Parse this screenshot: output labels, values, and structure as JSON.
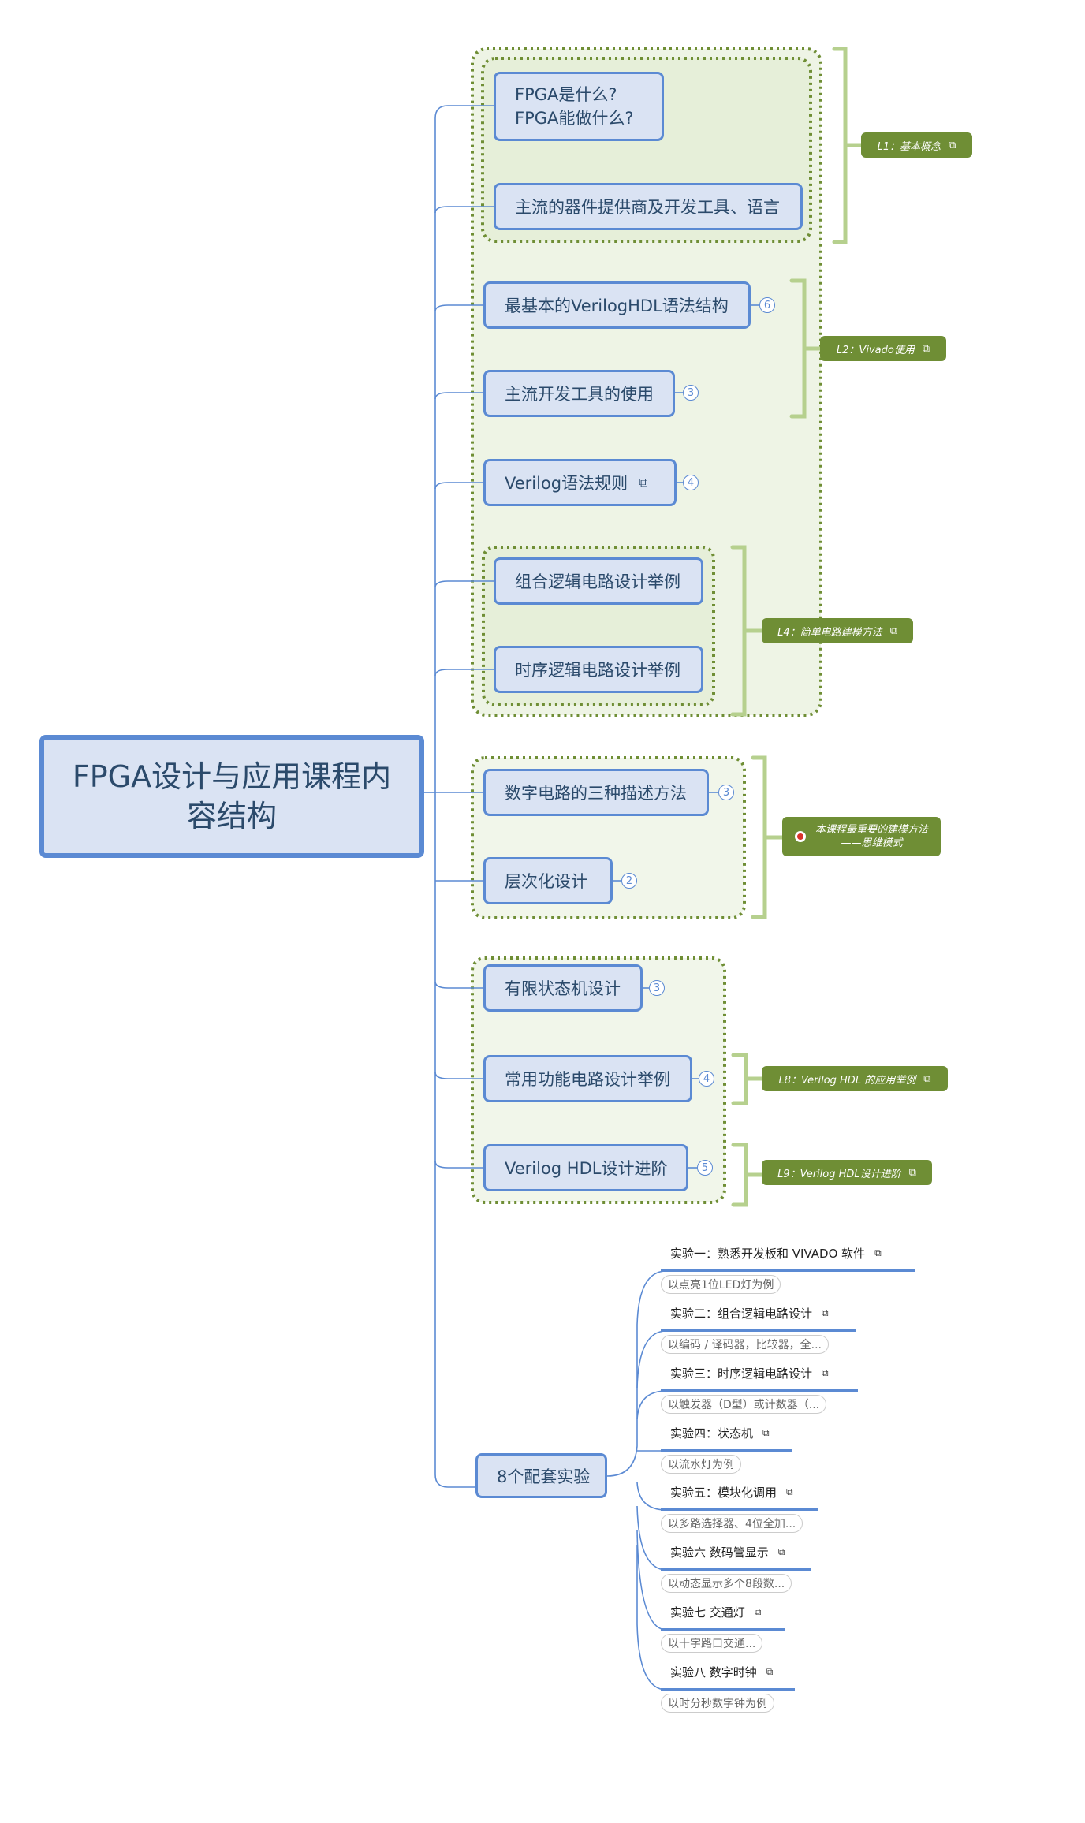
{
  "root": {
    "line1": "FPGA设计与应用课程内",
    "line2": "容结构"
  },
  "topics": {
    "what_is": {
      "line1": "FPGA是什么?",
      "line2": "FPGA能做什么?"
    },
    "vendors": "主流的器件提供商及开发工具、语言",
    "verilog_basic": {
      "label": "最基本的VerilogHDL语法结构",
      "count": "6"
    },
    "dev_tools": {
      "label": "主流开发工具的使用",
      "count": "3"
    },
    "verilog_rules": {
      "label": "Verilog语法规则",
      "count": "4"
    },
    "comb_example": "组合逻辑电路设计举例",
    "seq_example": "时序逻辑电路设计举例",
    "three_methods": {
      "label": "数字电路的三种描述方法",
      "count": "3"
    },
    "hierarchical": {
      "label": "层次化设计",
      "count": "2"
    },
    "fsm": {
      "label": "有限状态机设计",
      "count": "3"
    },
    "common_circuits": {
      "label": "常用功能电路设计举例",
      "count": "4"
    },
    "verilog_advanced": {
      "label": "Verilog HDL设计进阶",
      "count": "5"
    },
    "experiments": "8个配套实验"
  },
  "summaries": {
    "l1": "L1：基本概念",
    "l2": "L2：Vivado使用",
    "l4": "L4：简单电路建模方法",
    "modeling": {
      "line1": "本课程最重要的建模方法",
      "line2": "——思维模式"
    },
    "l8": "L8：Verilog HDL 的应用举例",
    "l9": "L9：Verilog HDL设计进阶"
  },
  "experiments": [
    {
      "title": "实验一：熟悉开发板和 VIVADO 软件",
      "note": "以点亮1位LED灯为例"
    },
    {
      "title": "实验二：组合逻辑电路设计",
      "note": "以编码 / 译码器，比较器，全..."
    },
    {
      "title": "实验三：时序逻辑电路设计",
      "note": "以触发器（D型）或计数器（..."
    },
    {
      "title": "实验四：状态机",
      "note": "以流水灯为例"
    },
    {
      "title": "实验五：模块化调用",
      "note": "以多路选择器、4位全加..."
    },
    {
      "title": "实验六 数码管显示",
      "note": "以动态显示多个8段数..."
    },
    {
      "title": "实验七 交通灯",
      "note": "以十字路口交通..."
    },
    {
      "title": "实验八 数字时钟",
      "note": "以时分秒数字钟为例"
    }
  ],
  "icons": {
    "link": "link-icon",
    "flag": "star-flag-icon"
  },
  "colors": {
    "node_fill": "#dae3f3",
    "node_border": "#5b8ad3",
    "boundary": "#6f8e35",
    "brace": "#b6d08e",
    "summary": "#6f8e35"
  }
}
